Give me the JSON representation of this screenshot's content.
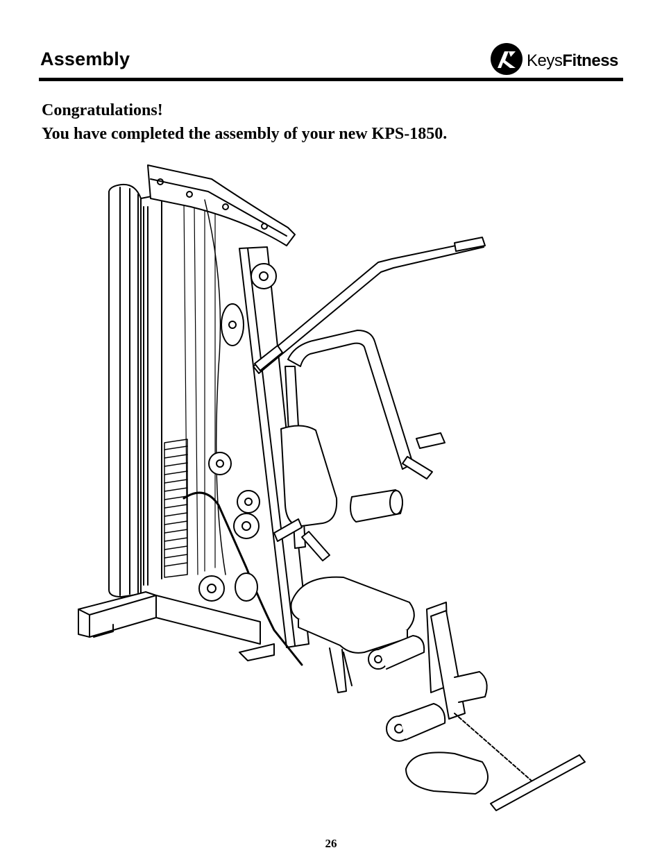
{
  "header": {
    "section_title": "Assembly",
    "brand_name_prefix": "Keys",
    "brand_name_suffix": "Fitness"
  },
  "content": {
    "line1": "Congratulations!",
    "line2": "You have completed the assembly of your new KPS-1850."
  },
  "footer": {
    "page_number": "26"
  },
  "colors": {
    "text": "#000000",
    "background": "#ffffff"
  }
}
